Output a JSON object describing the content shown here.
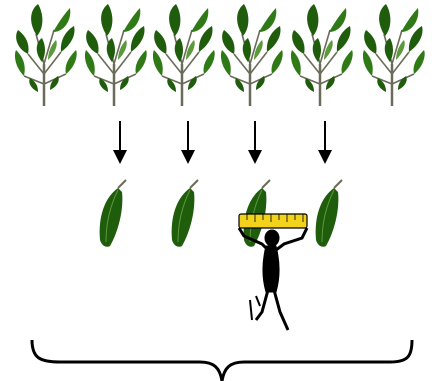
{
  "diagram": {
    "plant_count": 6,
    "arrow_count": 4,
    "leaf_count": 4,
    "measuring_leaf_index": 2,
    "colors": {
      "leaf_dark": "#1f5c0c",
      "leaf_mid": "#2f7a16",
      "leaf_light": "#5a9a3a",
      "stem": "#6b6b5a",
      "arrow": "#000000",
      "ruler": "#f2d21a",
      "figure": "#000000",
      "brace": "#000000"
    },
    "icons": [
      "plant-icon",
      "down-arrow-icon",
      "leaf-icon",
      "ruler-icon",
      "person-icon",
      "brace-icon"
    ]
  }
}
